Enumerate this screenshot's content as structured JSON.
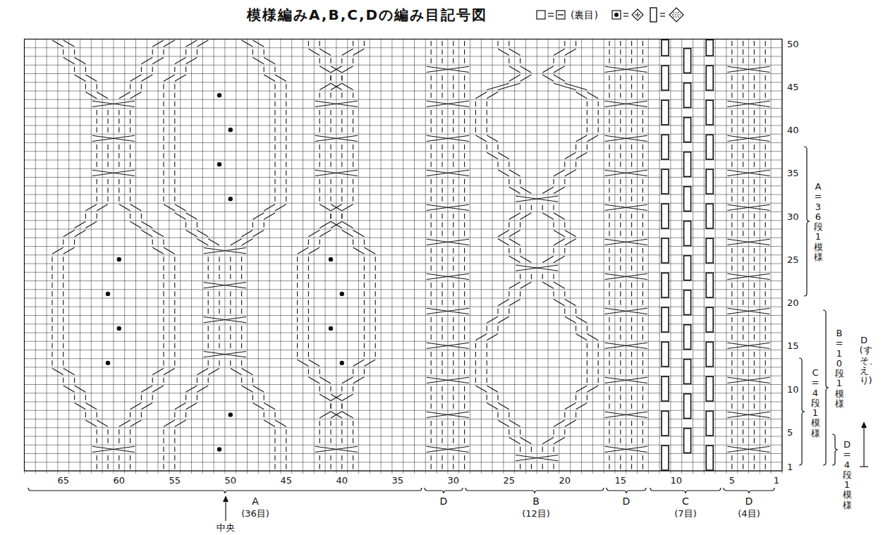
{
  "diagram": {
    "title": "模様編みA,B,C,Dの編み目記号図",
    "labels": [
      "50",
      "45",
      "40",
      "35",
      "30",
      "25",
      "20",
      "15",
      "10",
      "5",
      "1",
      "65",
      "60",
      "55",
      "50",
      "45",
      "40",
      "35",
      "30",
      "25",
      "20",
      "15",
      "10",
      "5",
      "1",
      "A",
      "(36目)",
      "中央",
      "D",
      "B",
      "(12目)",
      "D",
      "C",
      "(7目)",
      "D",
      "(4目)",
      "A=36段1模様",
      "B=10段1模様",
      "C=4段1模様",
      "D=4段1模様",
      "D(すそ、えり)"
    ],
    "legend": [
      {
        "text": "(裏目)"
      }
    ]
  }
}
